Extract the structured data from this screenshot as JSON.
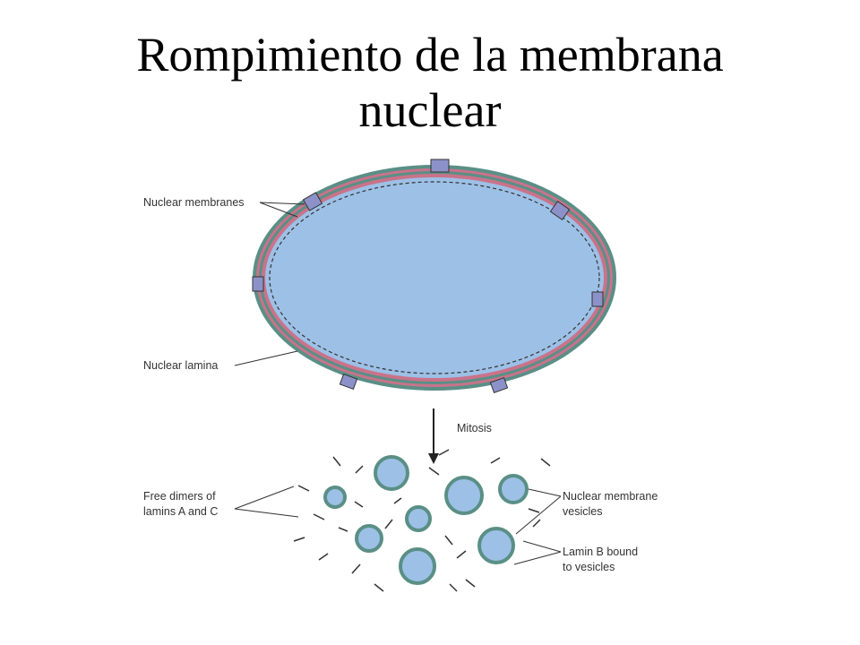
{
  "title": {
    "line1": "Rompimiento de la membrana",
    "line2": "nuclear"
  },
  "labels": {
    "nuclear_membranes": "Nuclear membranes",
    "nuclear_lamina": "Nuclear lamina",
    "mitosis": "Mitosis",
    "free_dimers_1": "Free dimers of",
    "free_dimers_2": "lamins A and C",
    "vesicles_1": "Nuclear membrane",
    "vesicles_2": "vesicles",
    "lamin_b_1": "Lamin B bound",
    "lamin_b_2": "to vesicles"
  },
  "colors": {
    "nucleus_fill": "#9dc0e6",
    "membrane_green": "#5a8f86",
    "membrane_pink": "#c9738a",
    "pore": "#8c92c9",
    "line": "#222222"
  }
}
